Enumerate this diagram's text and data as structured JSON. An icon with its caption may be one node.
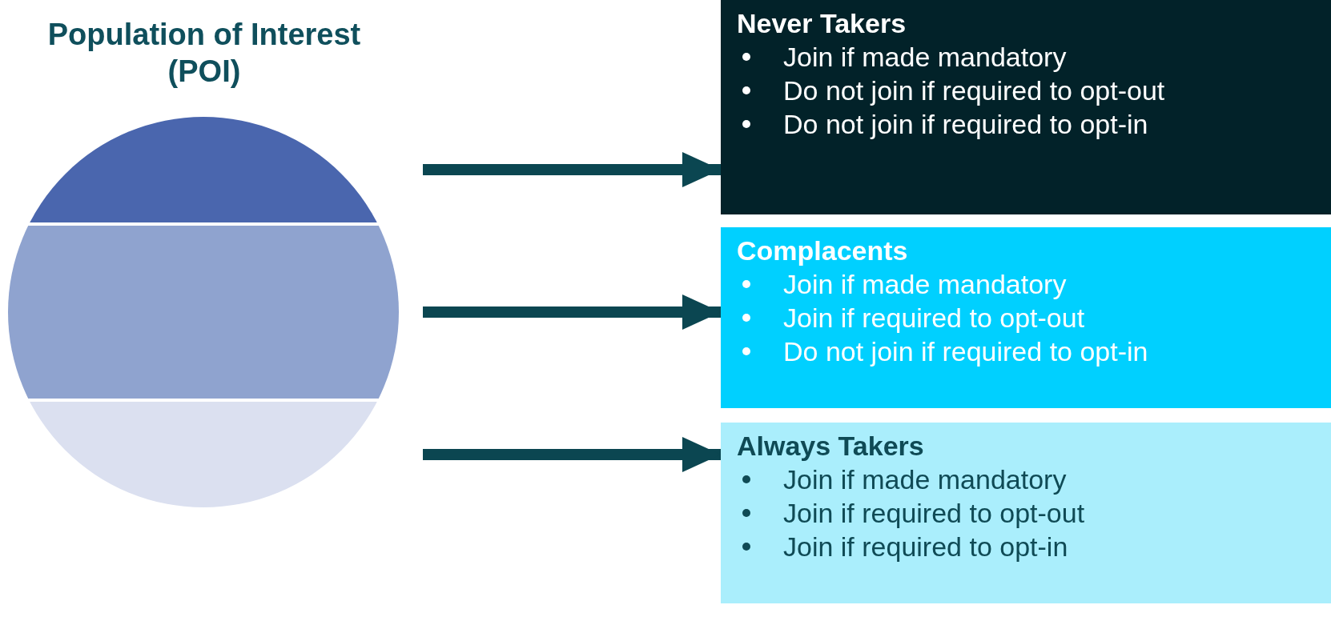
{
  "diagram": {
    "nodes": [
      {
        "text": [
          "Population of Interest (POI)"
        ]
      },
      {
        "text": [],
        "shape": "band",
        "in": 0
      },
      {
        "text": [],
        "shape": "band",
        "in": 0
      },
      {
        "text": [],
        "shape": "band",
        "in": 0
      },
      {
        "text": [
          "Never Takers",
          "Join if made mandatory",
          "Do not join if required to opt-out",
          "Do not join if required to opt-in"
        ]
      },
      {
        "text": [
          "Complacents",
          "Join if made mandatory",
          "Join if required to opt-out",
          "Do not join if required to opt-in"
        ]
      },
      {
        "text": [
          "Always Takers",
          "Join if made mandatory",
          "Join if required to opt-out",
          "Join if required to opt-in"
        ]
      }
    ],
    "edges": [
      {
        "from": 1,
        "to": 4,
        "arrow": "to"
      },
      {
        "from": 2,
        "to": 5,
        "arrow": "to"
      },
      {
        "from": 3,
        "to": 6,
        "arrow": "to"
      }
    ]
  }
}
